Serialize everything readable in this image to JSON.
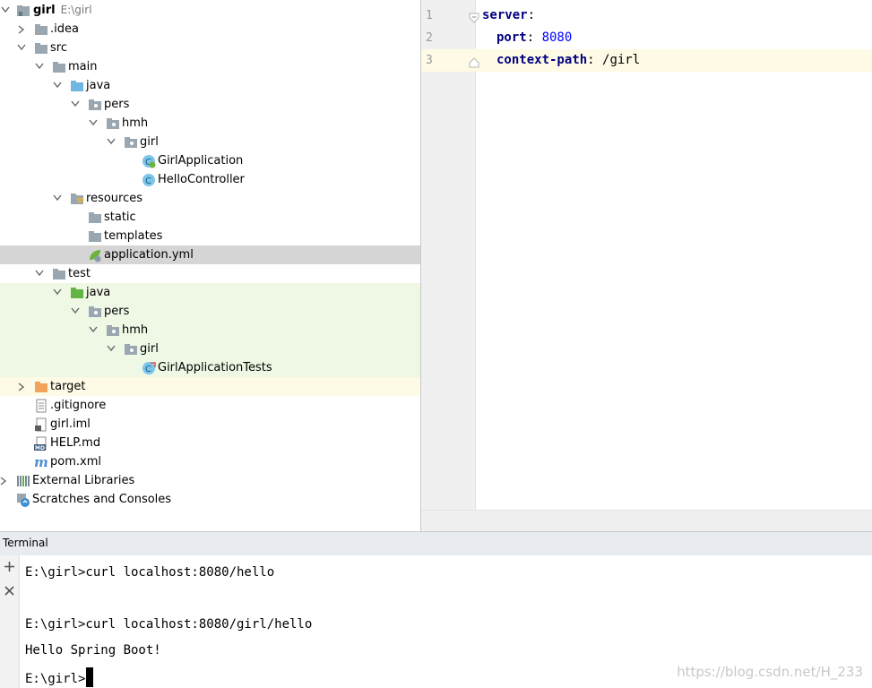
{
  "project_tree": {
    "rows": [
      {
        "label": "girl",
        "path": "E:\\girl",
        "arrow": "down",
        "icon": "module-folder-icon"
      },
      {
        "label": ".idea",
        "arrow": "right",
        "icon": "folder-icon"
      },
      {
        "label": "src",
        "arrow": "down",
        "icon": "folder-icon"
      },
      {
        "label": "main",
        "arrow": "down",
        "icon": "folder-icon"
      },
      {
        "label": "java",
        "arrow": "down",
        "icon": "source-folder-icon"
      },
      {
        "label": "pers",
        "arrow": "down",
        "icon": "package-icon"
      },
      {
        "label": "hmh",
        "arrow": "down",
        "icon": "package-icon"
      },
      {
        "label": "girl",
        "arrow": "down",
        "icon": "package-icon"
      },
      {
        "label": "GirlApplication",
        "arrow": "none",
        "icon": "spring-boot-class-icon"
      },
      {
        "label": "HelloController",
        "arrow": "none",
        "icon": "class-icon"
      },
      {
        "label": "resources",
        "arrow": "down",
        "icon": "resources-folder-icon"
      },
      {
        "label": "static",
        "arrow": "none",
        "icon": "folder-icon"
      },
      {
        "label": "templates",
        "arrow": "none",
        "icon": "folder-icon"
      },
      {
        "label": "application.yml",
        "arrow": "none",
        "icon": "spring-yml-icon"
      },
      {
        "label": "test",
        "arrow": "down",
        "icon": "folder-icon"
      },
      {
        "label": "java",
        "arrow": "down",
        "icon": "test-folder-icon"
      },
      {
        "label": "pers",
        "arrow": "down",
        "icon": "package-icon"
      },
      {
        "label": "hmh",
        "arrow": "down",
        "icon": "package-icon"
      },
      {
        "label": "girl",
        "arrow": "down",
        "icon": "package-icon"
      },
      {
        "label": "GirlApplicationTests",
        "arrow": "none",
        "icon": "test-class-icon"
      },
      {
        "label": "target",
        "arrow": "right",
        "icon": "excluded-folder-icon"
      },
      {
        "label": ".gitignore",
        "arrow": "none",
        "icon": "text-file-icon"
      },
      {
        "label": "girl.iml",
        "arrow": "none",
        "icon": "iml-file-icon"
      },
      {
        "label": "HELP.md",
        "arrow": "none",
        "icon": "markdown-file-icon"
      },
      {
        "label": "pom.xml",
        "arrow": "none",
        "icon": "maven-file-icon"
      },
      {
        "label": "External Libraries",
        "arrow": "right",
        "icon": "libraries-icon"
      },
      {
        "label": "Scratches and Consoles",
        "arrow": "none",
        "icon": "scratches-icon"
      }
    ]
  },
  "editor": {
    "lines": [
      {
        "number": "1",
        "key": "server",
        "sep": ":",
        "value": "",
        "value_type": "none"
      },
      {
        "number": "2",
        "key": "port",
        "sep": ": ",
        "value": "8080",
        "value_type": "number"
      },
      {
        "number": "3",
        "key": "context-path",
        "sep": ": ",
        "value": "/girl",
        "value_type": "string"
      }
    ]
  },
  "terminal": {
    "title": "Terminal",
    "add_icon": "+",
    "close_icon": "×",
    "lines": [
      {
        "text": "E:\\girl>curl localhost:8080/hello"
      },
      {
        "text": "E:\\girl>curl localhost:8080/girl/hello"
      },
      {
        "text": "Hello Spring Boot!"
      },
      {
        "text": "E:\\girl>"
      }
    ],
    "watermark": "https://blog.csdn.net/H_233"
  },
  "colors": {
    "selected_row": "#d5d5d5",
    "test_sources_bg": "#eff7e5",
    "excluded_bg": "#fdfae5",
    "yaml_key": "#000080",
    "yaml_number": "#0000ff"
  }
}
